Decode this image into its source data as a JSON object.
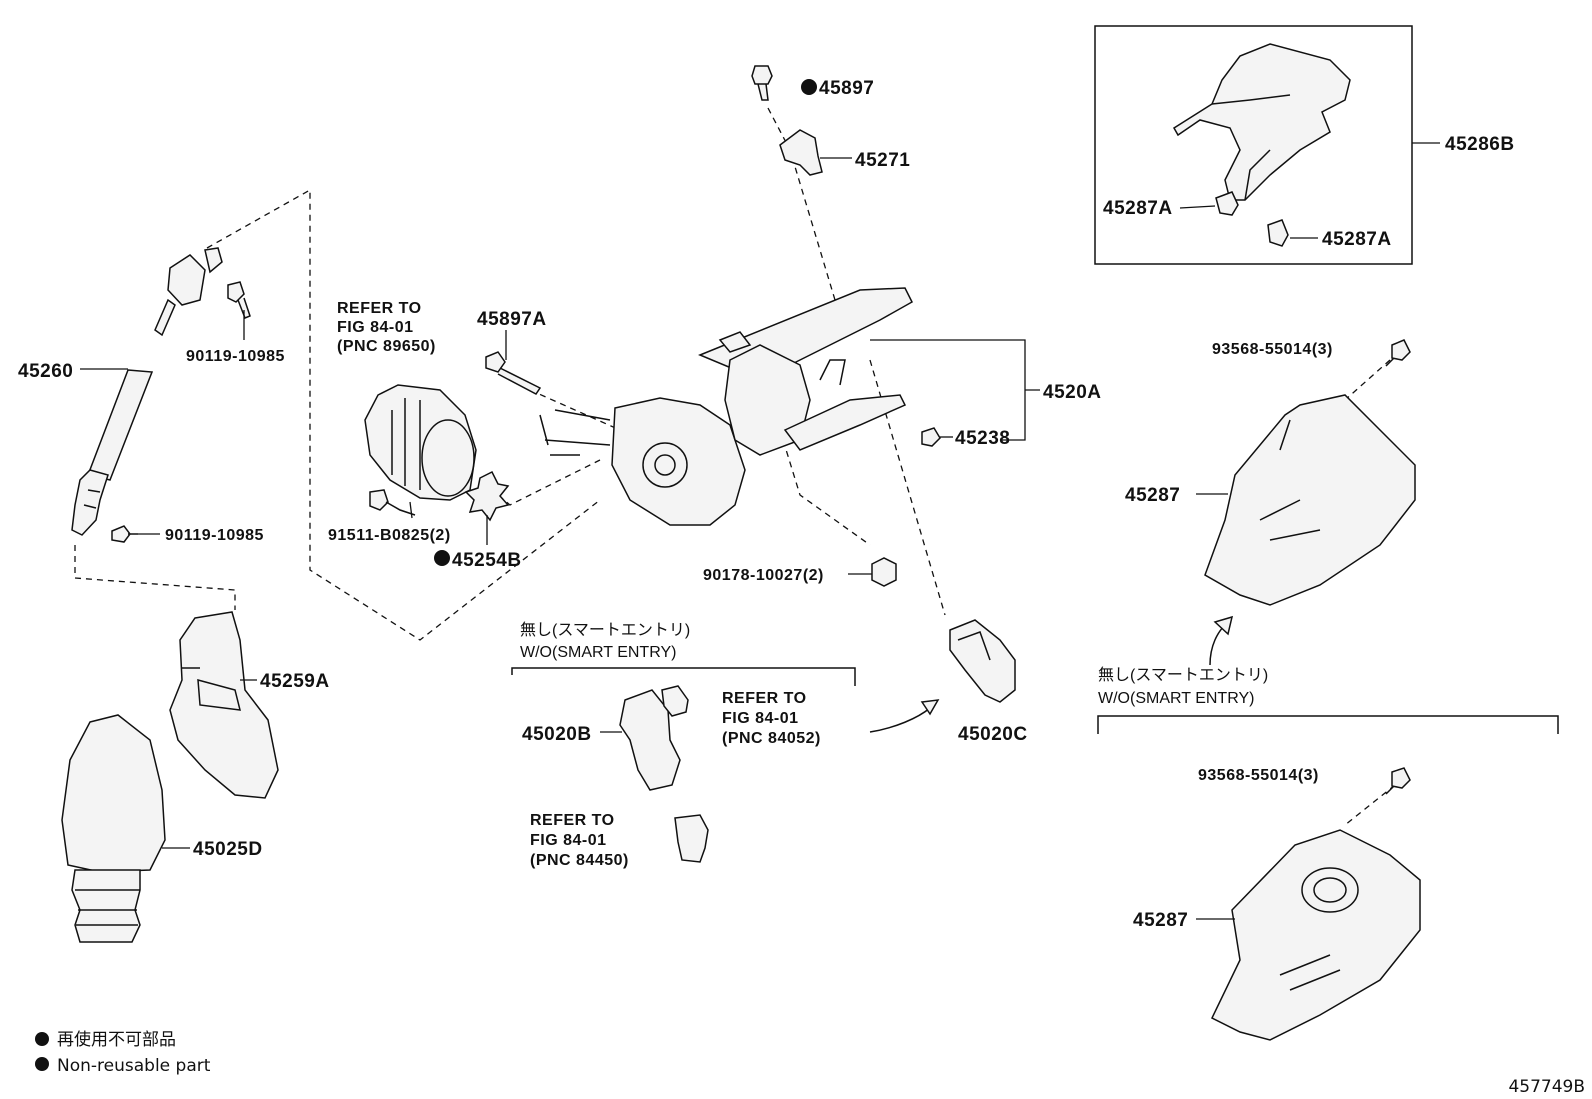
{
  "diagram_id": "457749B",
  "labels": {
    "l_45897": "45897",
    "l_45271": "45271",
    "l_45286B": "45286B",
    "l_45287A_1": "45287A",
    "l_45287A_2": "45287A",
    "l_45897A": "45897A",
    "l_45260": "45260",
    "l_90119_a": "90119-10985",
    "l_90119_b": "90119-10985",
    "l_4520A": "4520A",
    "l_45238": "45238",
    "l_93568_a": "93568-55014(3)",
    "l_45287_a": "45287",
    "l_91511": "91511-B0825(2)",
    "l_45254B": "45254B",
    "l_90178": "90178-10027(2)",
    "l_45259A": "45259A",
    "l_45020B": "45020B",
    "l_45020C": "45020C",
    "l_45025D": "45025D",
    "l_93568_b": "93568-55014(3)",
    "l_45287_b": "45287"
  },
  "refer_89650": [
    "REFER TO",
    "FIG 84-01",
    "(PNC 89650)"
  ],
  "refer_84052": [
    "REFER TO",
    "FIG 84-01",
    "(PNC 84052)"
  ],
  "refer_84450": [
    "REFER TO",
    "FIG 84-01",
    "(PNC 84450)"
  ],
  "notes": {
    "wo_smart_1_jp": "無し(スマートエントリ)",
    "wo_smart_1_en": "W/O(SMART ENTRY)",
    "wo_smart_2_jp": "無し(スマートエントリ)",
    "wo_smart_2_en": "W/O(SMART ENTRY)"
  },
  "legend": {
    "jp": "再使用不可部品",
    "en": "Non-reusable part"
  }
}
